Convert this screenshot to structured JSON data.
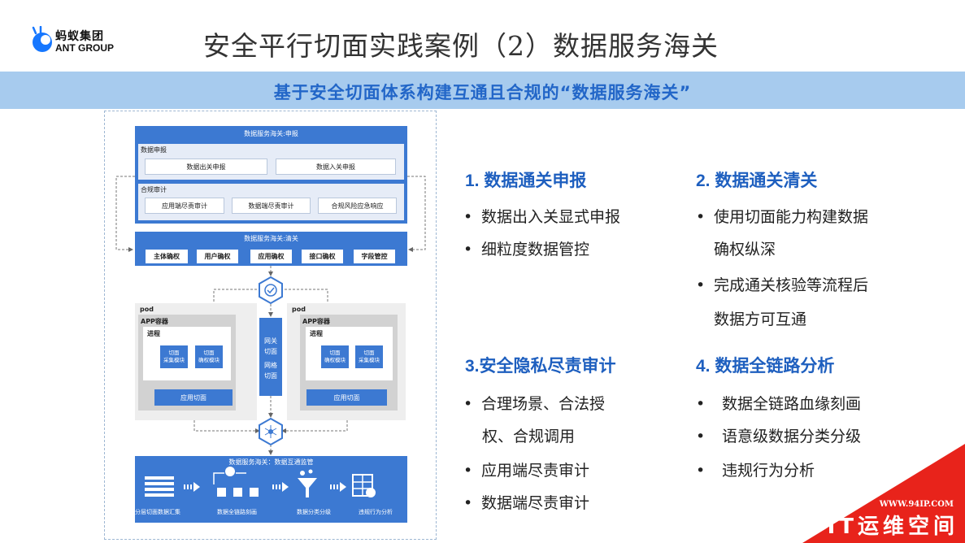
{
  "brand": {
    "cn": "蚂蚁集团",
    "en": "ANT GROUP",
    "color": "#1677ff"
  },
  "title": "安全平行切面实践案例（2）数据服务海关",
  "subtitle": "基于安全切面体系构建互通且合规的“数据服务海关”",
  "diagram": {
    "declare": {
      "header": "数据服务海关:申报",
      "data_declare": {
        "title": "数据申报",
        "items": [
          "数据出关申报",
          "数据入关申报"
        ]
      },
      "compliance_audit": {
        "title": "合规审计",
        "items": [
          "应用端尽责审计",
          "数据端尽责审计",
          "合规风险应急响应"
        ]
      }
    },
    "clearance": {
      "header": "数据服务海关:清关",
      "items": [
        "主体确权",
        "用户确权",
        "应用确权",
        "接口确权",
        "字段管控"
      ]
    },
    "pods": [
      {
        "label": "pod",
        "container": "APP容器",
        "process": "进程",
        "modules": [
          "切面\n采集模块",
          "切面\n确权模块"
        ],
        "app_aspect": "应用切面"
      },
      {
        "label": "pod",
        "container": "APP容器",
        "process": "进程",
        "modules": [
          "切面\n确权模块",
          "切面\n采集模块"
        ],
        "app_aspect": "应用切面"
      }
    ],
    "gateway": {
      "line1": "网关",
      "line2": "切面",
      "line3": "网格",
      "line4": "切面"
    },
    "monitor": {
      "header": "数据服务海关：数据互通监管",
      "steps": [
        "分层切面数据汇集",
        "数据全链路刻画",
        "数据分类分级",
        "违规行为分析"
      ]
    }
  },
  "sections": [
    {
      "title": "1. 数据通关申报",
      "lines": [
        "数据出入关显式申报",
        "细粒度数据管控"
      ]
    },
    {
      "title": "2. 数据通关清关",
      "lines": [
        "使用切面能力构建数据",
        "确权纵深",
        "完成通关核验等流程后",
        "数据方可互通"
      ]
    },
    {
      "title": "3.安全隐私尽责审计",
      "lines": [
        "合理场景、合法授",
        "权、合规调用",
        "应用端尽责审计",
        "数据端尽责审计"
      ]
    },
    {
      "title": "4. 数据全链路分析",
      "lines": [
        "数据全链路血缘刻画",
        "语意级数据分类分级",
        "违规行为分析"
      ]
    }
  ],
  "bullet": "•",
  "watermark": {
    "url": "WWW.94IP.COM",
    "name": "IT运维空间",
    "color": "#e8231b"
  },
  "colors": {
    "accent_blue": "#3c79d2",
    "title_blue": "#1e5fbf",
    "banner": "#a7cbee"
  }
}
